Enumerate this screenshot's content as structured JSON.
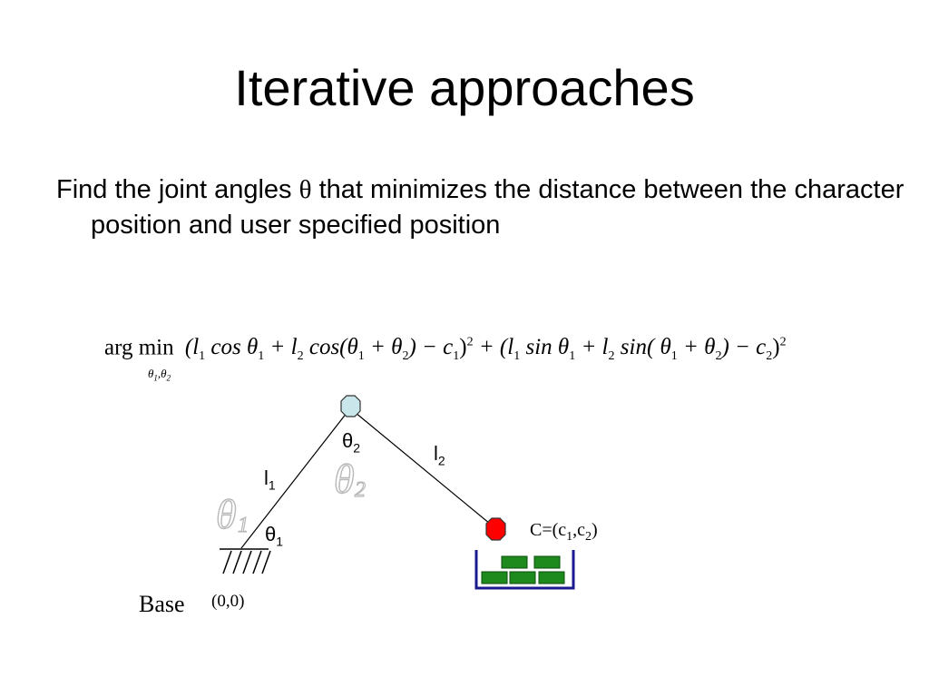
{
  "slide": {
    "title": "Iterative approaches",
    "bullet_before": "Find the joint angles ",
    "bullet_theta": "θ",
    "bullet_after": " that minimizes the distance between the character position and user specified position"
  },
  "formula": {
    "argmin": "arg min",
    "argmin_sub_a": "θ",
    "argmin_sub_a_idx": "1",
    "argmin_sub_sep": ",",
    "argmin_sub_b": "θ",
    "argmin_sub_b_idx": "2",
    "text_part1": "(l",
    "text_part2": "1",
    "text_cos": " cos θ",
    "text_1": "1",
    "text_plus_l": " + l",
    "text_2": "2",
    "text_cos2": " cos(θ",
    "text_c1a": "1",
    "text_plusth": " + θ",
    "text_c2a": "2",
    "text_minus_c": ") − c",
    "text_c1idx": "1",
    "text_close": ")",
    "text_sq": "2",
    "text_plus2": " + (l",
    "text_l1b": "1",
    "text_sin": " sin θ",
    "text_s1": "1",
    "text_plus_l2": " + l",
    "text_l2b": "2",
    "text_sin2": " sin( θ",
    "text_s1b": "1",
    "text_plusth2": " + θ",
    "text_s2b": "2",
    "text_minus_c2": ") − c",
    "text_c2idx": "2",
    "text_close2": ")",
    "text_sq2": "2"
  },
  "diagram": {
    "theta1_label": "θ",
    "theta1_idx": "1",
    "theta2_label": "θ",
    "theta2_idx": "2",
    "l1_label": "l",
    "l1_idx": "1",
    "l2_label": "l",
    "l2_idx": "2",
    "target_label": "C=(c",
    "target_idx1": "1",
    "target_sep": ",c",
    "target_idx2": "2",
    "target_close": ")",
    "base_label": "Base",
    "origin_label": "(0,0)",
    "colors": {
      "joint": "#c9e6ea",
      "effector": "#ff0000",
      "bricks": "#1e8a1e",
      "bin": "#1a1a8c",
      "ghost_theta": "#c8c8c8"
    }
  }
}
